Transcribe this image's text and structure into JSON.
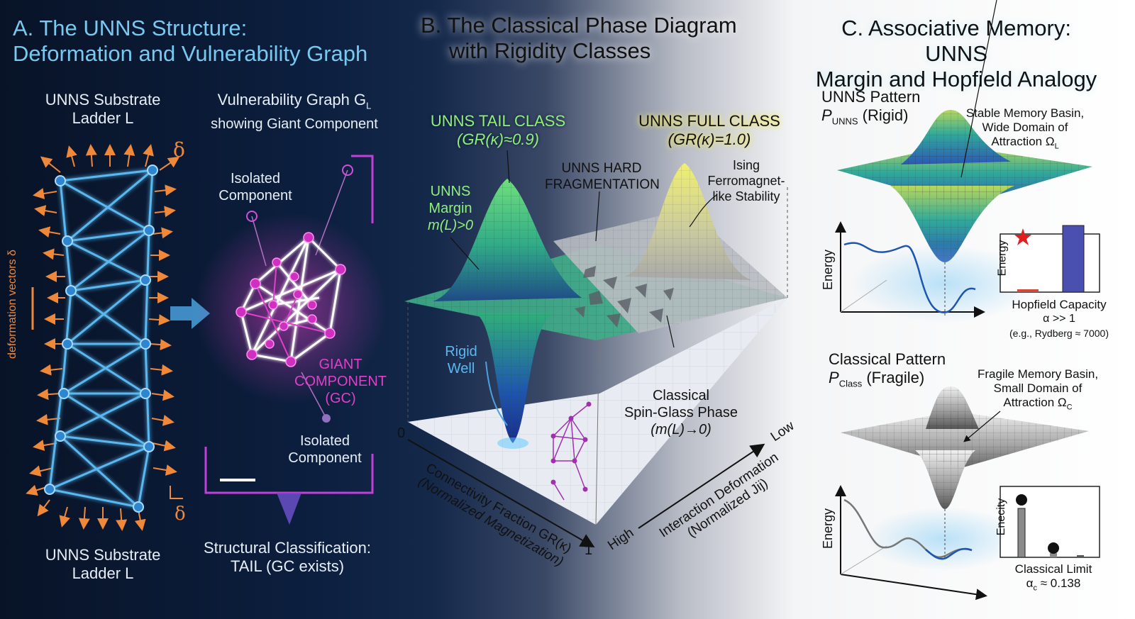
{
  "panel_a": {
    "title_line1": "A. The UNNS Structure:",
    "title_line2": "Deformation and Vulnerability Graph",
    "ladder_top_line1": "UNNS Substrate",
    "ladder_top_line2": "Ladder L",
    "ladder_bottom_line1": "UNNS Substrate",
    "ladder_bottom_line2": "Ladder L",
    "deformation_label": "deformation vectors δ",
    "delta_top": "δ",
    "delta_bottom": "δ",
    "graph_title_line1": "Vulnerability Graph G",
    "graph_title_sub": "L",
    "graph_title_line2": "showing Giant Component",
    "isolated_top_line1": "Isolated",
    "isolated_top_line2": "Component",
    "giant_line1": "GIANT",
    "giant_line2": "COMPONENT",
    "giant_line3": "(GC)",
    "isolated_bottom_line1": "Isolated",
    "isolated_bottom_line2": "Component",
    "classification_line1": "Structural Classification:",
    "classification_line2": "TAIL (GC exists)"
  },
  "panel_b": {
    "title_line1": "B. The Classical Phase Diagram",
    "title_line2": "with Rigidity Classes",
    "tail_class_line1": "UNNS TAIL CLASS",
    "tail_class_line2": "(GR(κ)≈0.9)",
    "full_class_line1": "UNNS FULL CLASS",
    "full_class_line2": "(GR(κ)=1.0)",
    "margin_line1": "UNNS",
    "margin_line2": "Margin",
    "margin_line3": "m(L)>0",
    "hard_frag_line1": "UNNS HARD",
    "hard_frag_line2": "FRAGMENTATION",
    "ising_line1": "Ising",
    "ising_line2": "Ferromagnet-",
    "ising_line3": "like Stability",
    "rigid_line1": "Rigid",
    "rigid_line2": "Well",
    "spin_glass_line1": "Classical",
    "spin_glass_line2": "Spin-Glass Phase",
    "spin_glass_line3": "(m(L)→0)",
    "axis_x_line1": "Connectivity Fraction GR(κ)",
    "axis_x_line2": "(Normalized Magnetization)",
    "axis_y_line1": "Interaction Deformation",
    "axis_y_line2": "(Normalized Jij)",
    "tick_zero": "0",
    "tick_one": "1",
    "tick_high": "High",
    "tick_low": "Low"
  },
  "panel_c": {
    "title_line1": "C. Associative Memory: UNNS",
    "title_line2": "Margin and Hopfield Analogy",
    "unns_pattern_line1": "UNNS Pattern",
    "unns_pattern_p": "P",
    "unns_pattern_sub": "UNNS",
    "unns_pattern_rest": " (Rigid)",
    "stable_line1": "Stable Memory Basin,",
    "stable_line2": "Wide Domain of",
    "stable_line3": "Attraction Ω",
    "stable_sub": "L",
    "energy_label_top": "Energy",
    "bar_energy_label_top": "Energy",
    "hopfield_line1": "Hopfield Capacity",
    "hopfield_line2": "α >> 1",
    "hopfield_line3": "(e.g., Rydberg ≈ 7000)",
    "classical_pattern_line1": "Classical Pattern",
    "classical_pattern_p": "P",
    "classical_pattern_sub": "Class",
    "classical_pattern_rest": " (Fragile)",
    "fragile_line1": "Fragile Memory Basin,",
    "fragile_line2": "Small Domain of",
    "fragile_line3": "Attraction Ω",
    "fragile_sub": "C",
    "energy_label_bottom": "Energy",
    "bar_label_bottom": "Enecity",
    "classical_limit_line1": "Classical Limit",
    "classical_limit_line2": "α",
    "classical_limit_sub": "c",
    "classical_limit_val": " ≈ 0.138"
  },
  "colors": {
    "cyan": "#6ec6f0",
    "orange": "#f0883a",
    "magenta": "#e040c8",
    "green_label": "#8ff07a",
    "yellow_label": "#f2e86a",
    "navy_bar": "#4a50b0",
    "red_star": "#e02020"
  }
}
